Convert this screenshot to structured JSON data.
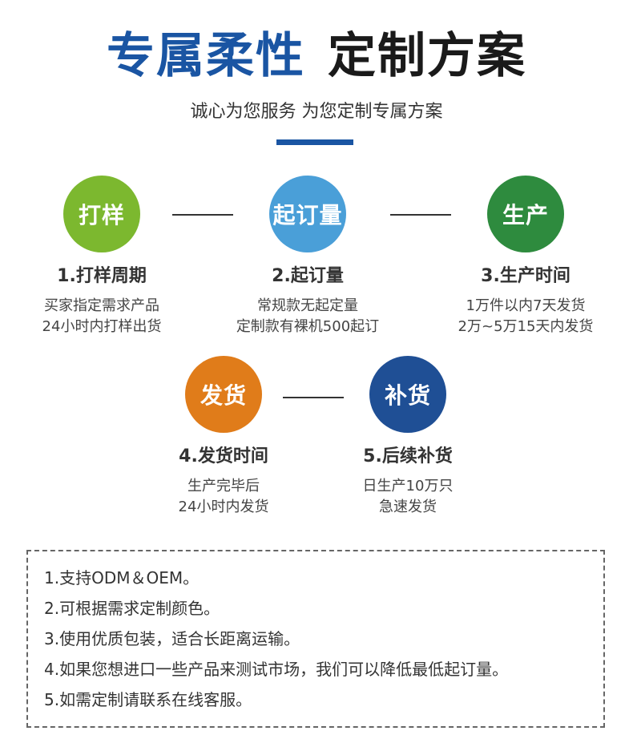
{
  "header": {
    "title_part1": "专属柔性",
    "title_part2": "定制方案",
    "subtitle": "诚心为您服务 为您定制专属方案"
  },
  "colors": {
    "brand_blue": "#1a55a3",
    "step1": "#7cb82f",
    "step2": "#4a9fd8",
    "step3": "#2e8b3e",
    "step4": "#e07c1a",
    "step5": "#1f4f95"
  },
  "steps": [
    {
      "circle_label": "打样",
      "title": "1.打样周期",
      "desc_line1": "买家指定需求产品",
      "desc_line2": "24小时内打样出货"
    },
    {
      "circle_label": "起订量",
      "title": "2.起订量",
      "desc_line1": "常规款无起定量",
      "desc_line2": "定制款有裸机500起订"
    },
    {
      "circle_label": "生产",
      "title": "3.生产时间",
      "desc_line1": "1万件以内7天发货",
      "desc_line2": "2万~5万15天内发货"
    },
    {
      "circle_label": "发货",
      "title": "4.发货时间",
      "desc_line1": "生产完毕后",
      "desc_line2": "24小时内发货"
    },
    {
      "circle_label": "补货",
      "title": "5.后续补货",
      "desc_line1": "日生产10万只",
      "desc_line2": "急速发货"
    }
  ],
  "notes": [
    "1.支持ODM＆OEM。",
    "2.可根据需求定制颜色。",
    "3.使用优质包装，适合长距离运输。",
    "4.如果您想进口一些产品来测试市场，我们可以降低最低起订量。",
    "5.如需定制请联系在线客服。"
  ]
}
